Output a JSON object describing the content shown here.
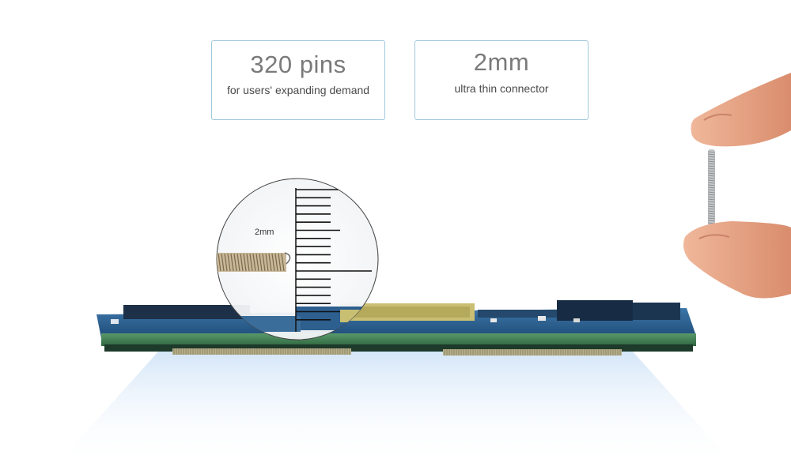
{
  "cards": [
    {
      "value": "320 pins",
      "caption": "for users' expanding demand"
    },
    {
      "value": "2mm",
      "caption": "ultra thin connector"
    }
  ],
  "zoom": {
    "label": "2mm"
  },
  "colors": {
    "card_border": "#9ec7dd",
    "pcb_blue": "#2b5d8c",
    "pcb_green": "#3d7b52",
    "chip_gold": "#c9bf72",
    "skin": "#e8a688"
  }
}
